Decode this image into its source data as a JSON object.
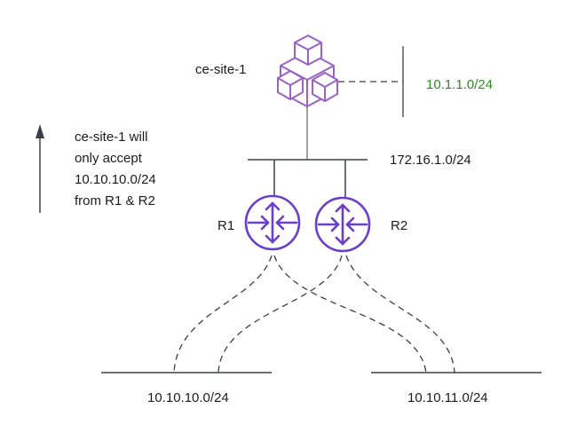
{
  "colors": {
    "line": "#3a3f47",
    "accent": "#6b3fc9",
    "cube": "#9a62c4",
    "green": "#2e8b1e",
    "text": "#1b1b1f"
  },
  "site": {
    "name": "ce-site-1",
    "icon": "cubes-stack-icon"
  },
  "networks": {
    "local_subnet": "10.1.1.0/24",
    "transit_subnet": "172.16.1.0/24",
    "left_subnet": "10.10.10.0/24",
    "right_subnet": "10.10.11.0/24"
  },
  "routers": [
    {
      "label": "R1",
      "icon": "router-icon"
    },
    {
      "label": "R2",
      "icon": "router-icon"
    }
  ],
  "note": {
    "icon": "arrow-up-icon",
    "lines": [
      "ce-site-1 will",
      "only accept",
      "10.10.10.0/24",
      "from R1 & R2"
    ]
  }
}
